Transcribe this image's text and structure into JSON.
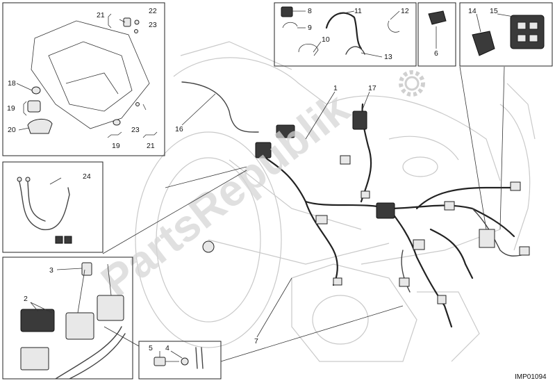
{
  "callouts": {
    "c1": "1",
    "c2": "2",
    "c3": "3",
    "c4": "4",
    "c5": "5",
    "c6": "6",
    "c7": "7",
    "c8": "8",
    "c9": "9",
    "c10": "10",
    "c11": "11",
    "c12": "12",
    "c13": "13",
    "c14": "14",
    "c15": "15",
    "c16": "16",
    "c17": "17",
    "c18": "18",
    "c19a": "19",
    "c19b": "19",
    "c20": "20",
    "c21a": "21",
    "c21b": "21",
    "c22": "22",
    "c23a": "23",
    "c23b": "23",
    "c24": "24"
  },
  "figure_code": "IMP01094",
  "watermark": "PartsRepublik",
  "icons": [
    "gear-icon"
  ],
  "colors": {
    "line": "#222222",
    "watermark": "#d6d6d6",
    "background": "#ffffff"
  }
}
